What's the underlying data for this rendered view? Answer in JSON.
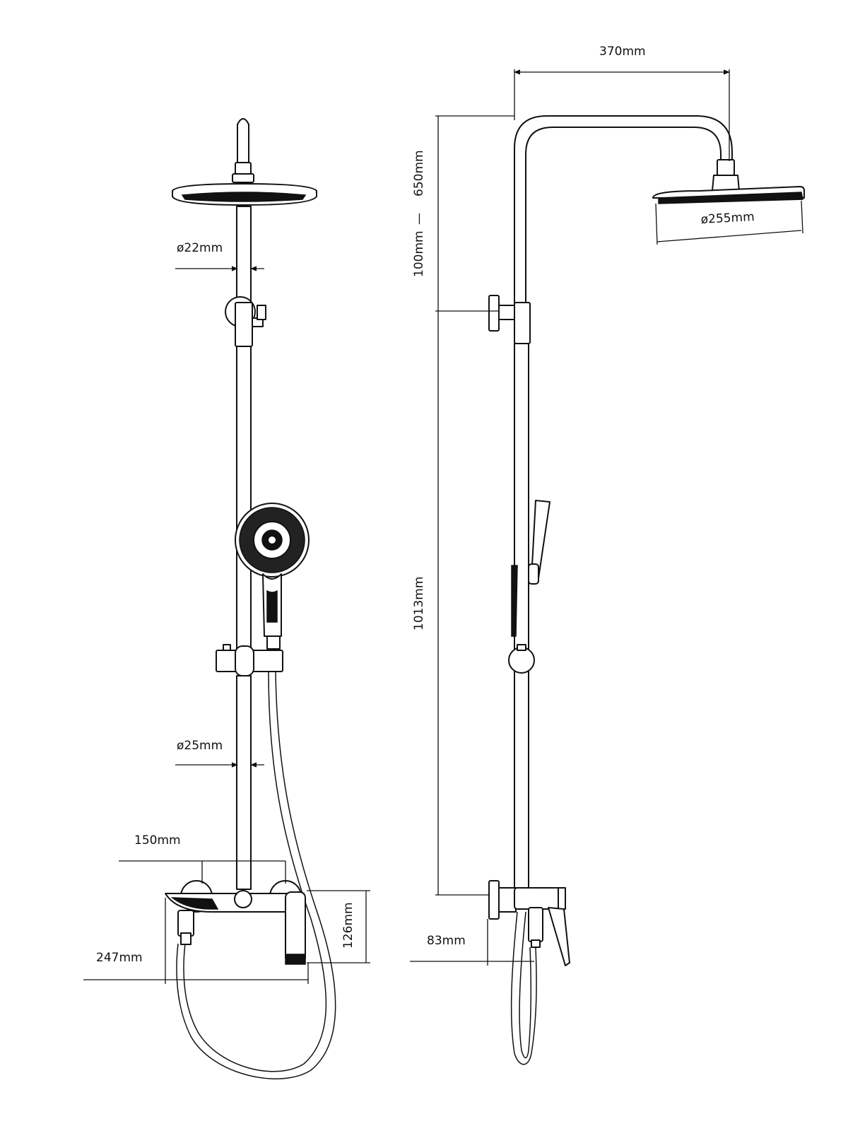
{
  "colors": {
    "line": "#111111",
    "background": "#ffffff"
  },
  "front_view": {
    "riser_diameter": "ø22mm",
    "lower_rail_diameter": "ø25mm",
    "wall_fitting_centres": "150mm",
    "mixer_projection": "247mm",
    "mixer_height": "126mm"
  },
  "side_view": {
    "arm_reach": "370mm",
    "head_diameter": "ø255mm",
    "adjust_min": "100mm",
    "adjust_sep": "—",
    "adjust_max": "650mm",
    "riser_height": "1013mm",
    "wall_offset": "83mm"
  }
}
